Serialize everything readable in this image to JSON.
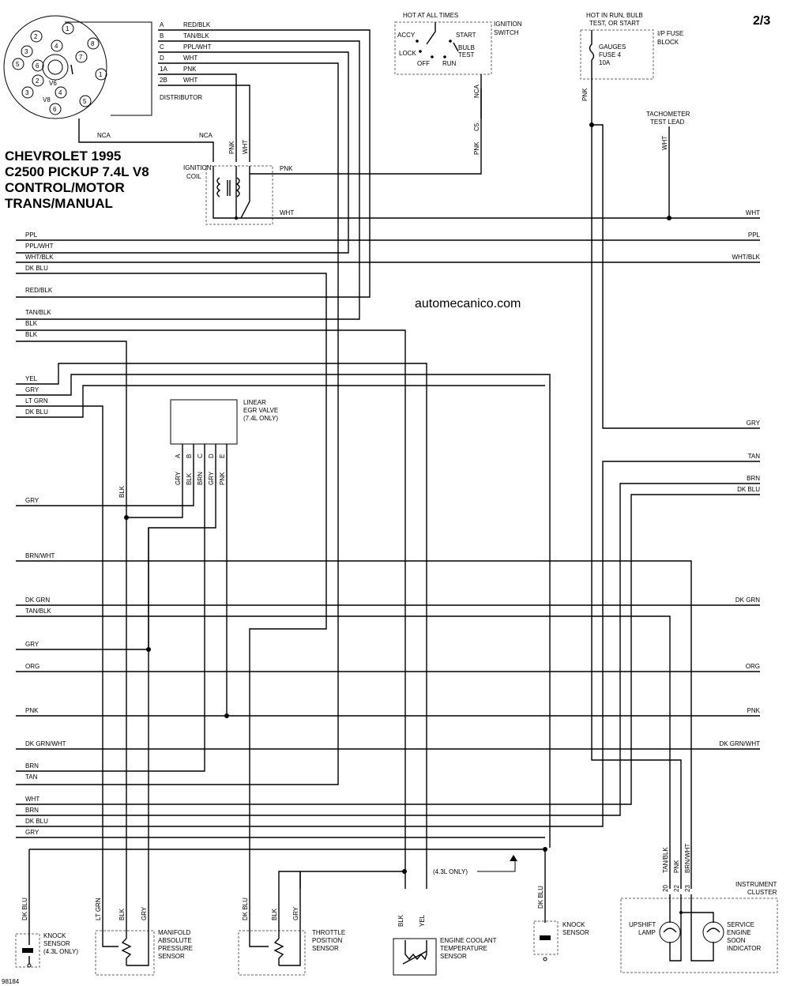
{
  "page_number": "2/3",
  "title_lines": [
    "CHEVROLET 1995",
    "C2500 PICKUP  7.4L  V8",
    "CONTROL/MOTOR",
    "TRANS/MANUAL"
  ],
  "website": "automecanico.com",
  "doc_id": "98184",
  "distributor": {
    "label": "DISTRIBUTOR",
    "v6_label": "V6",
    "v8_label": "V8",
    "cap_numbers": [
      "1",
      "2",
      "3",
      "4",
      "5",
      "6",
      "7",
      "8",
      "1",
      "2",
      "3",
      "4",
      "5",
      "6"
    ],
    "pins": [
      {
        "pin": "A",
        "color": "RED/BLK"
      },
      {
        "pin": "B",
        "color": "TAN/BLK"
      },
      {
        "pin": "C",
        "color": "PPL/WHT"
      },
      {
        "pin": "D",
        "color": "WHT"
      },
      {
        "pin": "1A",
        "color": "PNK"
      },
      {
        "pin": "2B",
        "color": "WHT"
      }
    ],
    "nca": "NCA"
  },
  "ignition_switch": {
    "label": "IGNITION SWITCH",
    "hot": "HOT AT ALL TIMES",
    "positions": [
      "ACCY",
      "LOCK",
      "OFF",
      "RUN",
      "START",
      "BULB TEST"
    ],
    "wire_nca": "NCA",
    "connector": "C5",
    "wire_pnk": "PNK"
  },
  "fuse_block": {
    "hot": "HOT IN RUN, BULB TEST, OR START",
    "label": "I/P FUSE BLOCK",
    "fuse_name": "GAUGES",
    "fuse_num": "FUSE 4",
    "fuse_rating": "10A",
    "wire": "PNK"
  },
  "ignition_coil": {
    "label": "IGNITION COIL",
    "in_nca": "NCA",
    "top_wires": [
      "PNK",
      "WHT"
    ],
    "out_pnk": "PNK",
    "out_wht": "WHT"
  },
  "tachometer": {
    "label": "TACHOMETER TEST LEAD",
    "wire": "WHT"
  },
  "left_wires": [
    "PPL",
    "PPL/WHT",
    "WHT/BLK",
    "DK BLU",
    "RED/BLK",
    "TAN/BLK",
    "BLK",
    "BLK",
    "YEL",
    "GRY",
    "LT GRN",
    "DK BLU",
    "GRY",
    "BRN/WHT",
    "DK GRN",
    "TAN/BLK",
    "GRY",
    "ORG",
    "PNK",
    "DK GRN/WHT",
    "BRN",
    "TAN",
    "WHT",
    "BRN",
    "DK BLU",
    "GRY"
  ],
  "right_wires": [
    "WHT",
    "PPL",
    "WHT/BLK",
    "GRY",
    "TAN",
    "BRN",
    "DK BLU",
    "DK GRN",
    "ORG",
    "PNK",
    "DK GRN/WHT"
  ],
  "egr_valve": {
    "label": "LINEAR EGR VALVE (7.4L ONLY)",
    "pins": [
      "A",
      "B",
      "C",
      "D",
      "E"
    ],
    "wires": [
      "GRY",
      "BLK",
      "BRN",
      "GRY",
      "PNK"
    ]
  },
  "vertical_labels": {
    "blk_mid": "BLK"
  },
  "sensors": {
    "knock1": {
      "label": "KNOCK SENSOR (4.3L ONLY)",
      "wire": "DK BLU"
    },
    "map": {
      "label": "MANIFOLD ABSOLUTE PRESSURE SENSOR",
      "wires": [
        "LT GRN",
        "BLK",
        "GRY"
      ]
    },
    "tps": {
      "label": "THROTTLE POSITION SENSOR",
      "wires": [
        "DK BLU",
        "BLK",
        "GRY"
      ]
    },
    "ect": {
      "label": "ENGINE COOLANT TEMPERATURE SENSOR",
      "wires": [
        "BLK",
        "YEL"
      ]
    },
    "knock2": {
      "label": "KNOCK SENSOR",
      "wire": "DK BLU"
    },
    "note_43": "(4.3L ONLY)"
  },
  "cluster": {
    "label": "INSTRUMENT CLUSTER",
    "pins": [
      "20",
      "22",
      "23"
    ],
    "wires": [
      "TAN/BLK",
      "PNK",
      "BRN/WHT"
    ],
    "upshift": "UPSHIFT LAMP",
    "service": "SERVICE ENGINE SOON INDICATOR"
  }
}
